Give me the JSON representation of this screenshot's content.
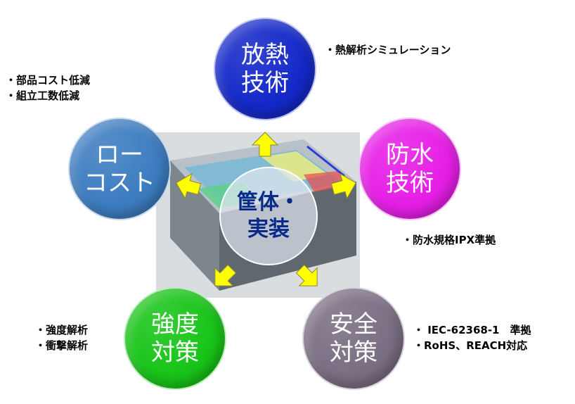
{
  "hub": {
    "line1": "筐体・",
    "line2": "実装"
  },
  "topics": {
    "heat": {
      "line1": "放熱",
      "line2": "技術",
      "color": "#1428c8"
    },
    "waterproof": {
      "line1": "防水",
      "line2": "技術",
      "color": "#e61ee6"
    },
    "safety": {
      "line1": "安全",
      "line2": "対策",
      "color": "#7a6e82"
    },
    "strength": {
      "line1": "強度",
      "line2": "対策",
      "color": "#18c418"
    },
    "lowcost": {
      "line1": "ロー",
      "line2": "コスト",
      "color": "#3c7cc0"
    }
  },
  "notes": {
    "heat": [
      "・熱解析シミュレーション"
    ],
    "waterproof": [
      "・防水規格IPX準拠"
    ],
    "safety": [
      "・ IEC-62368-1　準拠",
      "・RoHS、REACH対応"
    ],
    "strength": [
      "・強度解析",
      "・衝撃解析"
    ],
    "lowcost": [
      "・部品コスト低減",
      "・組立工数低減"
    ]
  },
  "arrow_color": "#ffff00"
}
